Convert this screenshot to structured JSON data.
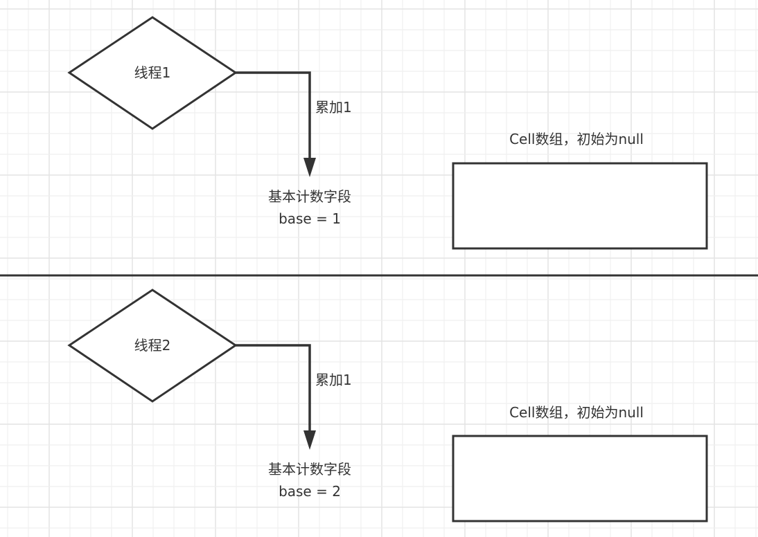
{
  "diagram": {
    "colors": {
      "stroke": "#333333",
      "text": "#333333",
      "grid_minor": "#efefef",
      "grid_major": "#e4e4e4",
      "background": "#ffffff"
    },
    "panels": [
      {
        "thread_label": "线程1",
        "edge_label": "累加1",
        "base_title": "基本计数字段",
        "base_value": "base = 1",
        "cell_title": "Cell数组，初始为null"
      },
      {
        "thread_label": "线程2",
        "edge_label": "累加1",
        "base_title": "基本计数字段",
        "base_value": "base = 2",
        "cell_title": "Cell数组，初始为null"
      }
    ]
  }
}
